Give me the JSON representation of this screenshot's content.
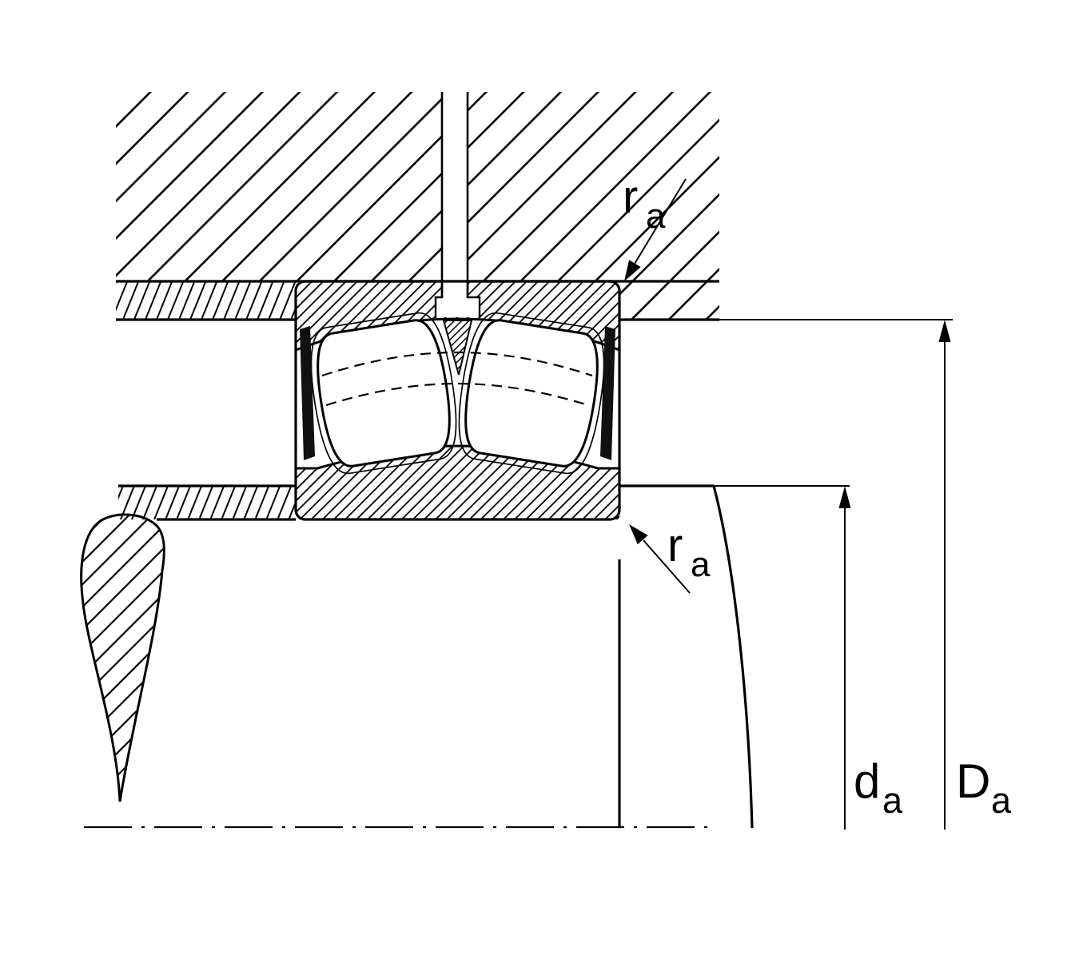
{
  "diagram": {
    "type": "bearing-mounting-cross-section",
    "colors": {
      "line": "#000000",
      "background": "#ffffff",
      "seal_fill": "#111111"
    }
  },
  "labels": {
    "ra_top": {
      "main": "r",
      "sub": "a"
    },
    "ra_bottom": {
      "main": "r",
      "sub": "a"
    },
    "da": {
      "main": "d",
      "sub": "a"
    },
    "Da": {
      "main": "D",
      "sub": "a"
    }
  }
}
